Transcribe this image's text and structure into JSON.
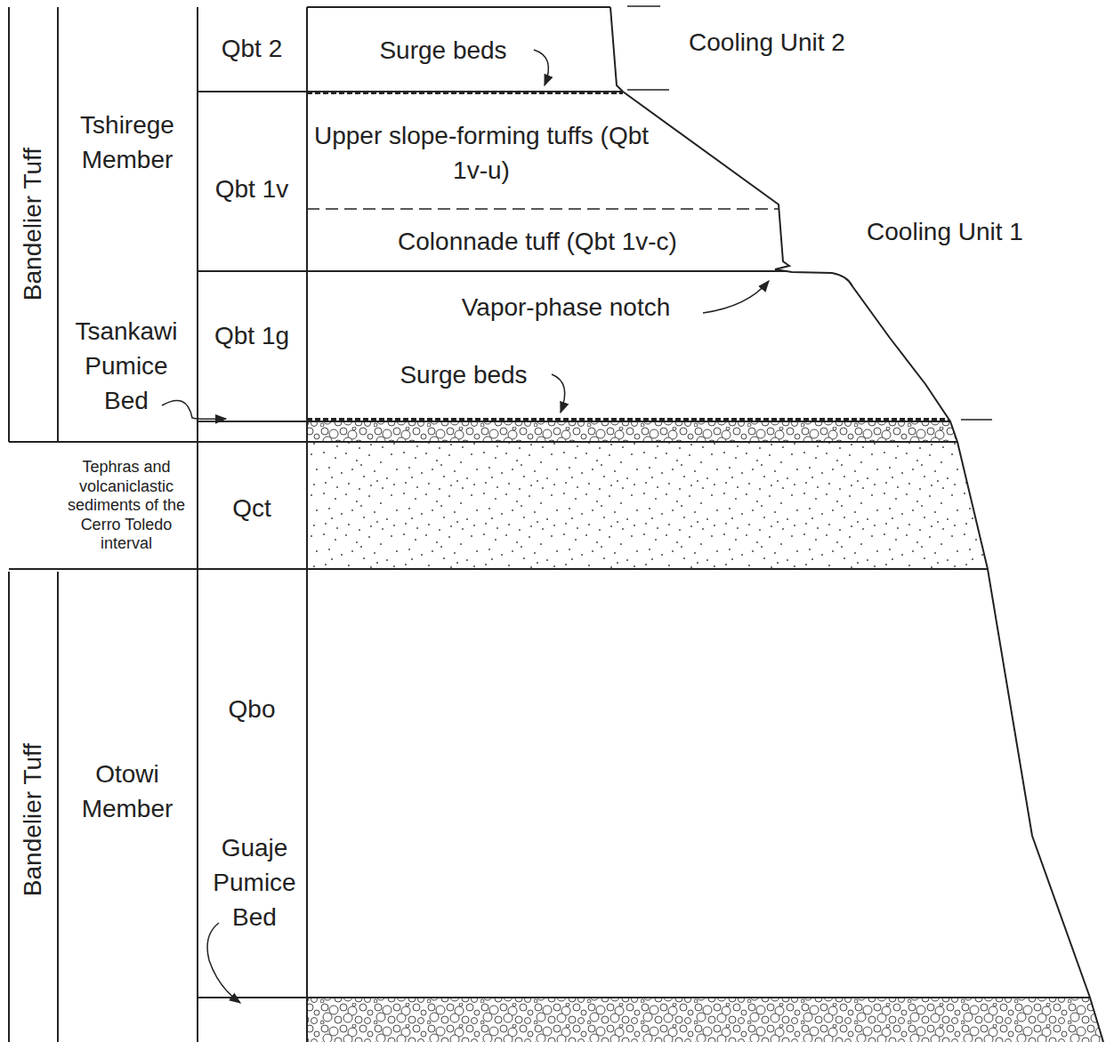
{
  "diagram": {
    "labels": [
      "Bandelier Tuff",
      "Tshirege Member",
      "Qbt 2",
      "Surge beds",
      "Cooling Unit 2",
      "Upper slope-forming tuffs (Qbt 1v-u)",
      "Qbt 1v",
      "Colonnade tuff (Qbt 1v-c)",
      "Cooling Unit 1",
      "Vapor-phase notch",
      "Tsankawi Pumice Bed",
      "Qbt 1g",
      "Surge beds",
      "Tephras and volcaniclastic sediments of the Cerro Toledo interval",
      "Qct",
      "Bandelier Tuff",
      "Otowi Member",
      "Qbo",
      "Guaje Pumice Bed"
    ]
  }
}
